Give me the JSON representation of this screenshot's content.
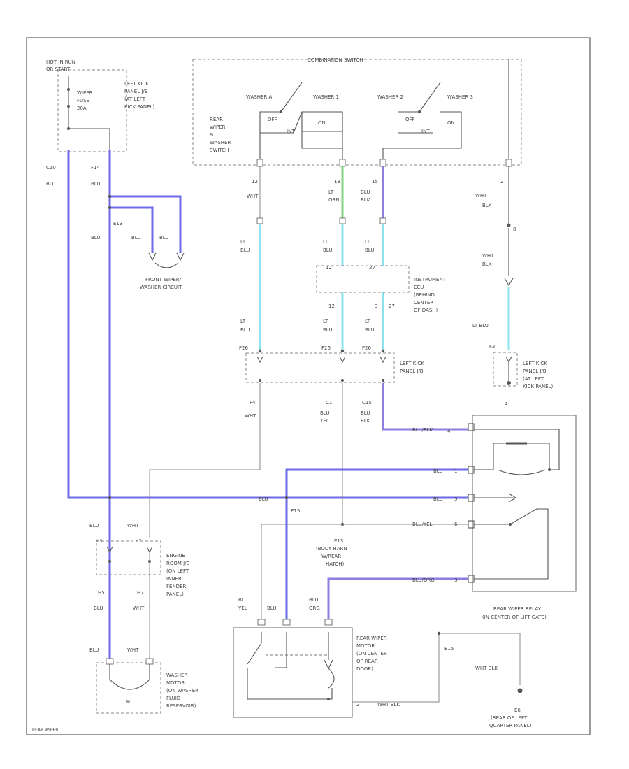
{
  "frame_id": "REAR WIPER",
  "labels": {
    "hot_in_run": "HOT IN RUN",
    "or_start": "OR START",
    "left_kick": "LEFT KICK",
    "panel_jb": "PANEL J/B",
    "at_left": "(AT LEFT",
    "kick_panel": "KICK PANEL)",
    "wiper": "WIPER",
    "fuse": "FUSE",
    "fuse_amp": "20A",
    "combination_switch": "COMBINATION SWITCH",
    "washer_a": "WASHER A",
    "washer_1": "WASHER 1",
    "washer_2": "WASHER 2",
    "washer_3": "WASHER 3",
    "off": "OFF",
    "on": "ON",
    "int": "INT",
    "rear": "REAR",
    "wiper2": "WIPER",
    "amp": "&",
    "washer": "WASHER",
    "switch": "SWITCH",
    "front_wiper_1": "FRONT WIPER/",
    "front_wiper_2": "WASHER CIRCUIT",
    "instrument_1": "INSTRUMENT",
    "instrument_2": "ECU",
    "instrument_3": "(BEHIND",
    "instrument_4": "CENTER",
    "instrument_5": "OF DASH)",
    "lk1_1": "LEFT KICK",
    "lk1_2": "PANEL J/B",
    "lk2_1": "LEFT KICK",
    "lk2_2": "PANEL J/B",
    "lk2_3": "(AT LEFT",
    "lk2_4": "KICK PANEL)",
    "engine_1": "ENGINE",
    "engine_2": "ROOM J/B",
    "engine_3": "(ON LEFT",
    "engine_4": "INNER",
    "engine_5": "FENDER",
    "engine_6": "PANEL)",
    "wm_1": "WASHER",
    "wm_2": "MOTOR",
    "wm_3": "(ON WASHER",
    "wm_4": "FLUID",
    "wm_5": "RESERVOIR)",
    "m": "M",
    "body_1": "E13",
    "body_2": "(BODY HARN",
    "body_3": "W/REAR",
    "body_4": "HATCH)",
    "rwr_1": "REAR WIPER RELAY",
    "rwr_2": "(IN CENTER OF LIFT GATE)",
    "rwm_1": "REAR WIPER",
    "rwm_2": "MOTOR",
    "rwm_3": "(ON CENTER",
    "rwm_4": "OF REAR",
    "rwm_5": "DOOR)",
    "gnd_1": "E6",
    "gnd_2": "(REAR OF LEFT",
    "gnd_3": "QUARTER PANEL)"
  },
  "wires": {
    "blu": "BLU",
    "wht": "WHT",
    "lt": "LT",
    "grn": "GRN",
    "blk": "BLK",
    "yel": "YEL",
    "org": "ORG",
    "lt_blu": "LT BLU",
    "wht_blk": "WHT BLK",
    "blu_blk": "BLU/BLK",
    "blu_yel": "BLU/YEL",
    "blu_org": "BLU/ORG"
  },
  "pins": {
    "c10": "C10",
    "f14": "F14",
    "e13": "E13",
    "p12": "12",
    "p13": "13",
    "p15": "15",
    "p2": "2",
    "p8": "8",
    "p12b": "12",
    "p3": "3",
    "p27": "27",
    "f26a": "F26",
    "f26b": "F26",
    "f26c": "F26",
    "f21": "F2",
    "f4": "F4",
    "c1": "C1",
    "c15": "C15",
    "p4": "4",
    "p1": "1",
    "p5": "5",
    "p6": "6",
    "p3b": "3",
    "e15": "E15",
    "p2b": "2",
    "h5": "H5",
    "h7": "H7",
    "e15b": "E15",
    "e13b": "E13",
    "p4b": "4"
  },
  "colors": {
    "blu": "#6b6be8",
    "lt_blu": "#8ce3ee",
    "lt_grn": "#7fd67f",
    "blu_blk": "#8a7fe0"
  }
}
